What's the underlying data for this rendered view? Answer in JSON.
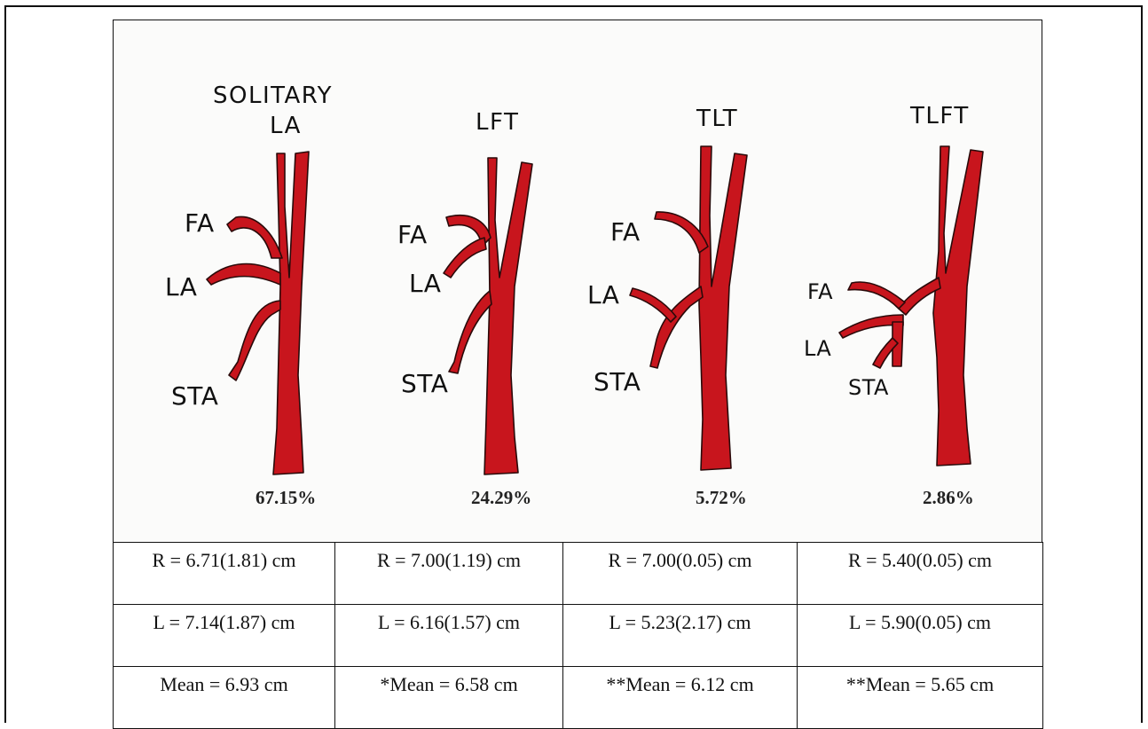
{
  "variants": [
    {
      "title_lines": [
        "SOLITARY",
        "LA"
      ],
      "labels": {
        "fa": "FA",
        "la": "LA",
        "sta": "STA"
      },
      "percentage": "67.15%",
      "right": "R = 6.71(1.81) cm",
      "left": "L = 7.14(1.87) cm",
      "mean": "Mean = 6.93 cm"
    },
    {
      "title_lines": [
        "LFT"
      ],
      "labels": {
        "fa": "FA",
        "la": "LA",
        "sta": "STA"
      },
      "percentage": "24.29%",
      "right": "R = 7.00(1.19) cm",
      "left": "L = 6.16(1.57) cm",
      "mean": "*Mean = 6.58 cm"
    },
    {
      "title_lines": [
        "TLT"
      ],
      "labels": {
        "fa": "FA",
        "la": "LA",
        "sta": "STA"
      },
      "percentage": "5.72%",
      "right": "R = 7.00(0.05) cm",
      "left": "L = 5.23(2.17) cm",
      "mean": "**Mean = 6.12 cm"
    },
    {
      "title_lines": [
        "TLFT"
      ],
      "labels": {
        "fa": "FA",
        "la": "LA",
        "sta": "STA"
      },
      "percentage": "2.86%",
      "right": "R = 5.40(0.05) cm",
      "left": "L = 5.90(0.05) cm",
      "mean": "**Mean = 5.65 cm"
    }
  ],
  "colors": {
    "artery": "#c8151d",
    "artery_outline": "#2a0a0a",
    "ink": "#111111"
  }
}
